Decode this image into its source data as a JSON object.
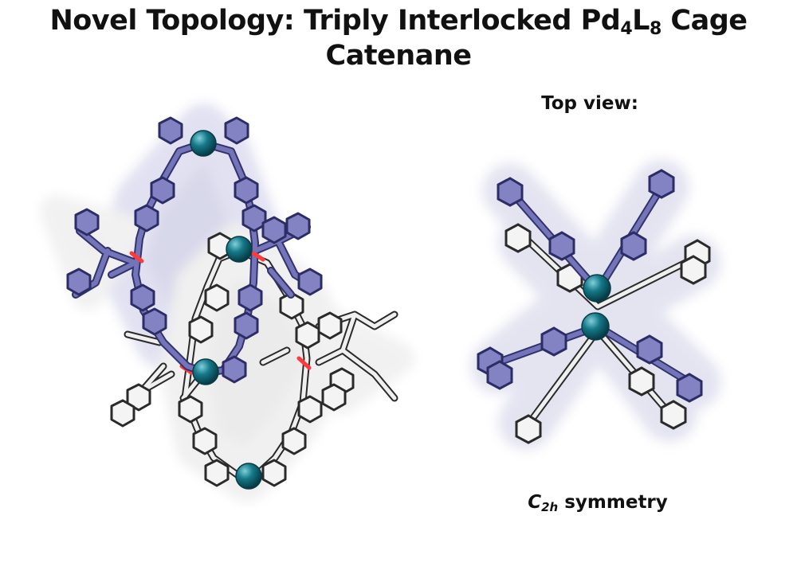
{
  "title": {
    "part1": "Novel Topology: Triply Interlocked Pd",
    "sub1": "4",
    "part2": "L",
    "sub2": "8",
    "part3": " Cage",
    "line2": "Catenane"
  },
  "top_view_label": "Top view:",
  "symmetry": {
    "c": "C",
    "sub": "2h",
    "rest": " symmetry"
  },
  "colors": {
    "blue_cage": "#6f6fb4",
    "blue_dark": "#32336e",
    "white_cage": "#f2f2f2",
    "white_outline": "#2a2a2a",
    "palladium": "#0f6b7a",
    "nitrogen": "#3344aa",
    "oxygen": "#ff3030"
  }
}
